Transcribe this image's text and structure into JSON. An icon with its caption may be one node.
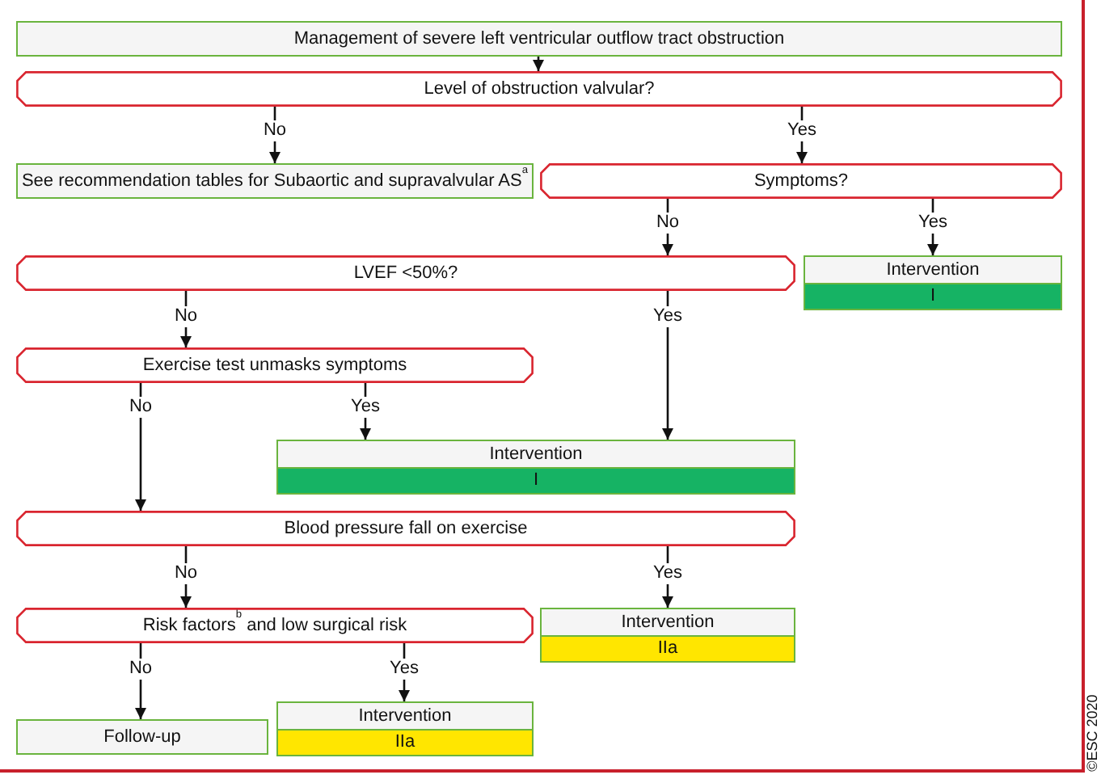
{
  "diagram": {
    "nodes": [
      {
        "text": [
          "Management of severe left ventricular outflow tract obstruction"
        ]
      },
      {
        "text": [
          "Level of obstruction valvular?"
        ]
      },
      {
        "text": [
          "See recommendation tables for Subaortic and supravalvular AS$^{a}$"
        ]
      },
      {
        "text": [
          "Symptoms?"
        ]
      },
      {
        "text": [
          "LVEF <50%?"
        ]
      },
      {
        "text": [
          "Intervention",
          "I"
        ]
      },
      {
        "text": [
          "Exercise test unmasks symptoms"
        ]
      },
      {
        "text": [
          "Intervention",
          "I"
        ]
      },
      {
        "text": [
          "Blood pressure fall on exercise"
        ]
      },
      {
        "text": [
          "Risk factors$^{b}$ and low surgical risk"
        ]
      },
      {
        "text": [
          "Intervention",
          "IIa"
        ]
      },
      {
        "text": [
          "Follow-up"
        ]
      },
      {
        "text": [
          "Intervention",
          "IIa"
        ]
      }
    ],
    "edges": [
      {
        "from": 0,
        "to": 1,
        "arrow": "to"
      },
      {
        "from": 1,
        "to": 2,
        "arrow": "to",
        "label": "No"
      },
      {
        "from": 1,
        "to": 3,
        "arrow": "to",
        "label": "Yes"
      },
      {
        "from": 3,
        "to": 4,
        "arrow": "to",
        "label": "No"
      },
      {
        "from": 3,
        "to": 5,
        "arrow": "to",
        "label": "Yes"
      },
      {
        "from": 4,
        "to": 6,
        "arrow": "to",
        "label": "No"
      },
      {
        "from": 4,
        "to": 7,
        "arrow": "to",
        "label": "Yes"
      },
      {
        "from": 6,
        "to": 8,
        "arrow": "to",
        "label": "No"
      },
      {
        "from": 6,
        "to": 7,
        "arrow": "to",
        "label": "Yes"
      },
      {
        "from": 8,
        "to": 9,
        "arrow": "to",
        "label": "No"
      },
      {
        "from": 8,
        "to": 10,
        "arrow": "to",
        "label": "Yes"
      },
      {
        "from": 9,
        "to": 11,
        "arrow": "to",
        "label": "No"
      },
      {
        "from": 9,
        "to": 12,
        "arrow": "to",
        "label": "Yes"
      }
    ],
    "labels": [
      "©ESC 2020"
    ]
  }
}
